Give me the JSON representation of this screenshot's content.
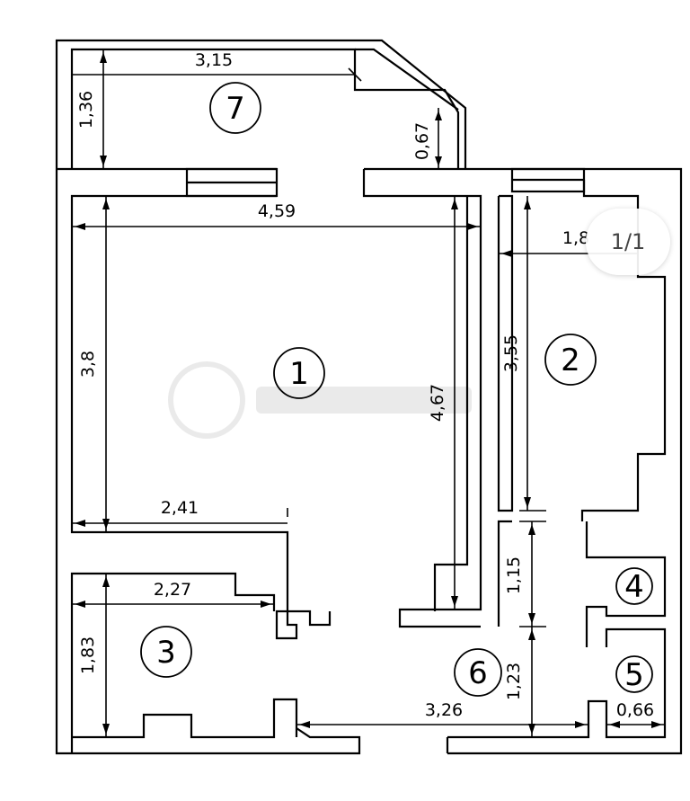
{
  "rooms": [
    {
      "label": "1"
    },
    {
      "label": "2"
    },
    {
      "label": "3"
    },
    {
      "label": "4"
    },
    {
      "label": "5"
    },
    {
      "label": "6"
    },
    {
      "label": "7"
    }
  ],
  "dimensions": {
    "balcony_width": "3,15",
    "balcony_depth": "1,36",
    "balcony_side": "0,67",
    "room1_width": "4,59",
    "room1_height_left": "3,8",
    "room1_height_right": "4,67",
    "room1_bottom": "2,41",
    "room2_width": "1,8",
    "room2_height": "3,55",
    "room3_width": "2,27",
    "room3_height": "1,83",
    "corridor_gap": "1,15",
    "corridor_lower": "1,23",
    "corridor_width": "3,26",
    "room5_width": "0,66"
  },
  "page_indicator": "1/1",
  "colors": {
    "line": "#000000",
    "background": "#ffffff",
    "badge_text": "#444444"
  }
}
